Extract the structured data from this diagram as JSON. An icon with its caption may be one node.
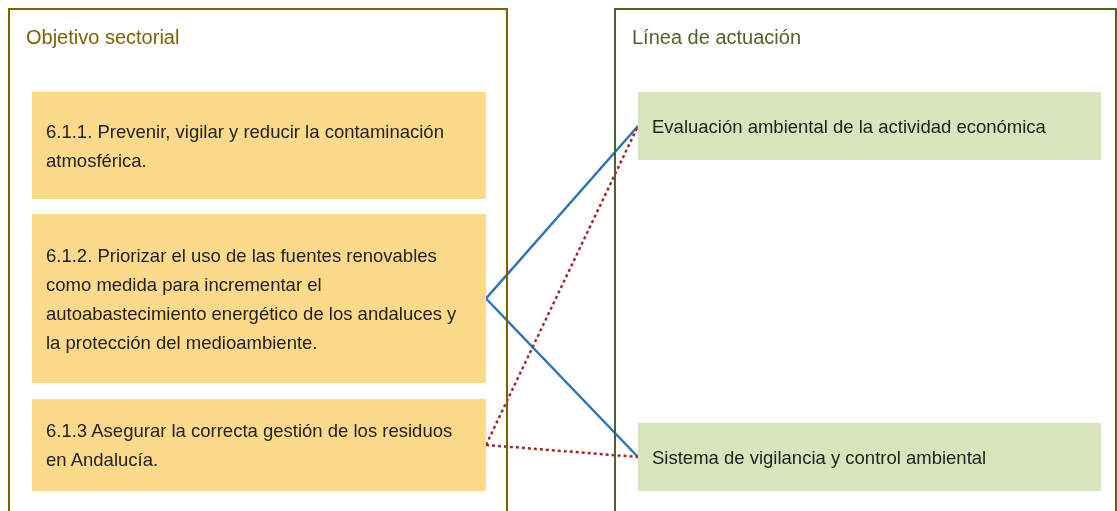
{
  "diagram": {
    "nodes": [
      {
        "text": [
          "Objetivo sectorial"
        ]
      },
      {
        "text": [
          "6.1.1. Prevenir, vigilar y reducir la contaminación atmosférica."
        ],
        "in": 0
      },
      {
        "text": [
          "6.1.2. Priorizar el uso de las fuentes renovables como medida para incrementar el autoabastecimiento energético de los andaluces y la protección del medioambiente."
        ],
        "in": 0
      },
      {
        "text": [
          "6.1.3 Asegurar la correcta gestión de los residuos en Andalucía."
        ],
        "in": 0
      },
      {
        "text": [
          "Línea de actuación"
        ]
      },
      {
        "text": [
          "Evaluación ambiental de la actividad económica"
        ],
        "in": 4
      },
      {
        "text": [
          "Sistema de vigilancia y control ambiental"
        ],
        "in": 4
      }
    ],
    "edges": [
      {
        "from": 2,
        "to": 5,
        "arrow": "none",
        "color": "#2e75b6"
      },
      {
        "from": 2,
        "to": 6,
        "arrow": "none",
        "color": "#2e75b6"
      },
      {
        "from": 3,
        "to": 5,
        "arrow": "none",
        "style": "dashed",
        "color": "#a0282d"
      },
      {
        "from": 3,
        "to": 6,
        "arrow": "none",
        "style": "dashed",
        "color": "#a0282d"
      }
    ]
  }
}
